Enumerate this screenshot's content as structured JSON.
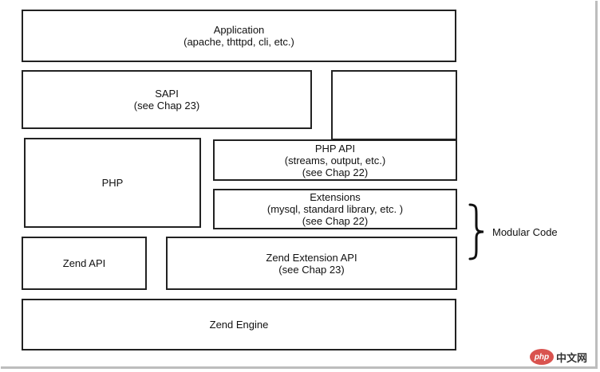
{
  "diagram": {
    "application": {
      "title": "Application",
      "subtitle": "(apache, thttpd, cli, etc.)"
    },
    "sapi": {
      "title": "SAPI",
      "subtitle": "(see Chap 23)"
    },
    "php": {
      "title": "PHP"
    },
    "php_api": {
      "title": "PHP API",
      "line2": "(streams, output, etc.)",
      "line3": "(see Chap 22)"
    },
    "extensions": {
      "title": "Extensions",
      "line2": "(mysql, standard library, etc. )",
      "line3": "(see Chap 22)"
    },
    "zend_api": {
      "title": "Zend API"
    },
    "zend_extension_api": {
      "title": "Zend Extension API",
      "subtitle": "(see Chap 23)"
    },
    "zend_engine": {
      "title": "Zend Engine"
    },
    "brace_label": "Modular Code"
  },
  "watermark": {
    "logo": "php",
    "text": "中文网"
  },
  "colors": {
    "border": "#222222",
    "watermark_logo": "#d9534f"
  }
}
